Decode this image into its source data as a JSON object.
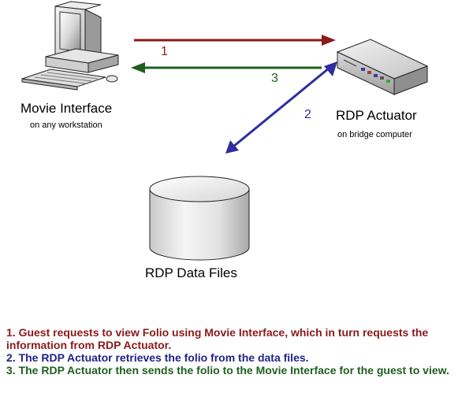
{
  "nodes": {
    "movie_interface": {
      "title": "Movie Interface",
      "subtitle": "on any workstation"
    },
    "rdp_actuator": {
      "title": "RDP Actuator",
      "subtitle": "on bridge computer"
    },
    "data_files": {
      "title": "RDP Data Files"
    }
  },
  "arrows": {
    "request": {
      "label": "1",
      "color": "#8B1A1A"
    },
    "retrieve": {
      "label": "2",
      "color": "#2E2E9E"
    },
    "send": {
      "label": "3",
      "color": "#1F5F1F"
    }
  },
  "legend": {
    "items": [
      {
        "text": "1.  Guest requests to view Folio using Movie Interface, which in turn requests the information from RDP Actuator.",
        "color": "#8B1A1A"
      },
      {
        "text": "2.  The RDP Actuator retrieves the folio from the data files.",
        "color": "#22228B"
      },
      {
        "text": "3.  The RDP Actuator then sends the folio to the Movie Interface for the guest to view.",
        "color": "#1F5F1F"
      }
    ]
  }
}
